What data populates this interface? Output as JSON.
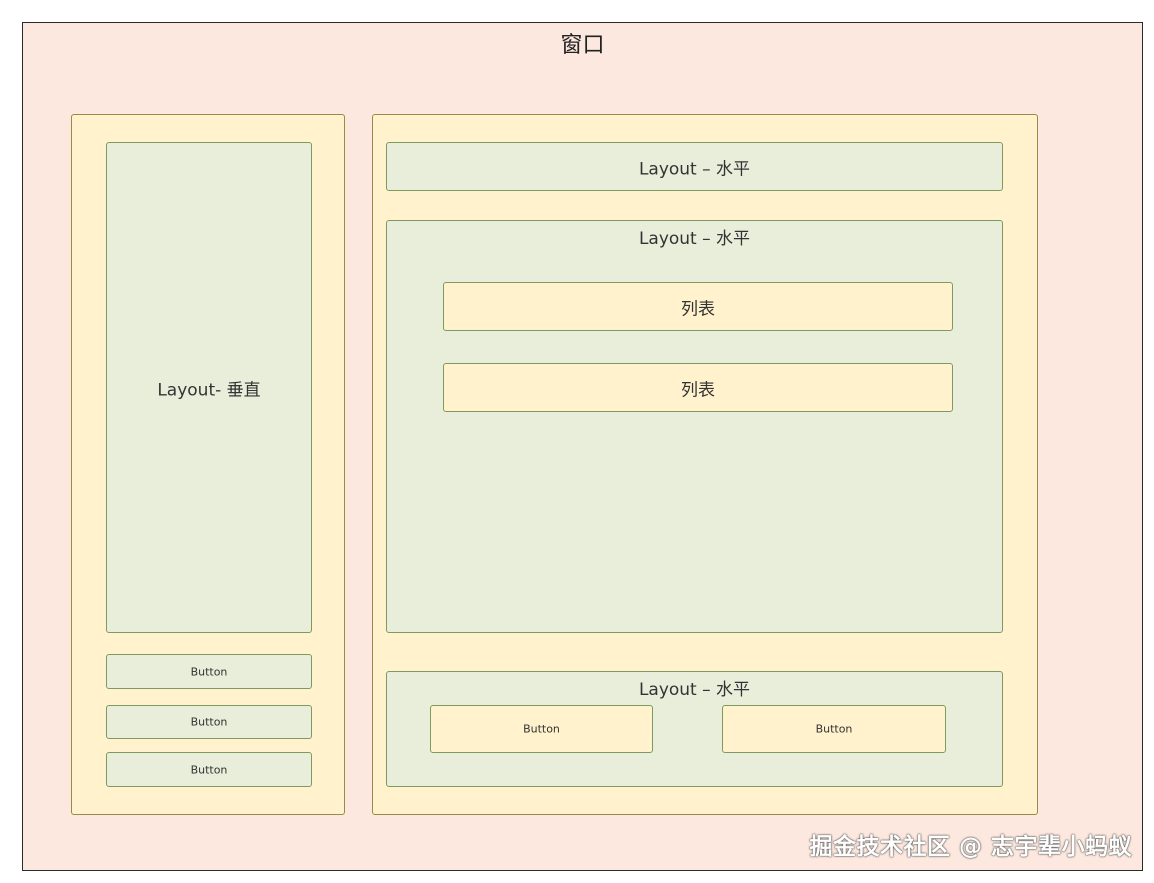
{
  "window": {
    "title": "窗口"
  },
  "left_panel": {
    "vertical_layout_label": "Layout- 垂直",
    "buttons": [
      "Button",
      "Button",
      "Button"
    ]
  },
  "right_panel": {
    "top_layout_label": "Layout – 水平",
    "middle_layout": {
      "label": "Layout – 水平",
      "lists": [
        "列表",
        "列表"
      ]
    },
    "bottom_layout": {
      "label": "Layout – 水平",
      "buttons": [
        "Button",
        "Button"
      ]
    }
  },
  "watermark": "掘金技术社区 @ 志宇辈小蚂蚁",
  "colors": {
    "window_bg": "#fce8de",
    "panel_bg": "#fff2cc",
    "layout_bg": "#e9eedb"
  }
}
